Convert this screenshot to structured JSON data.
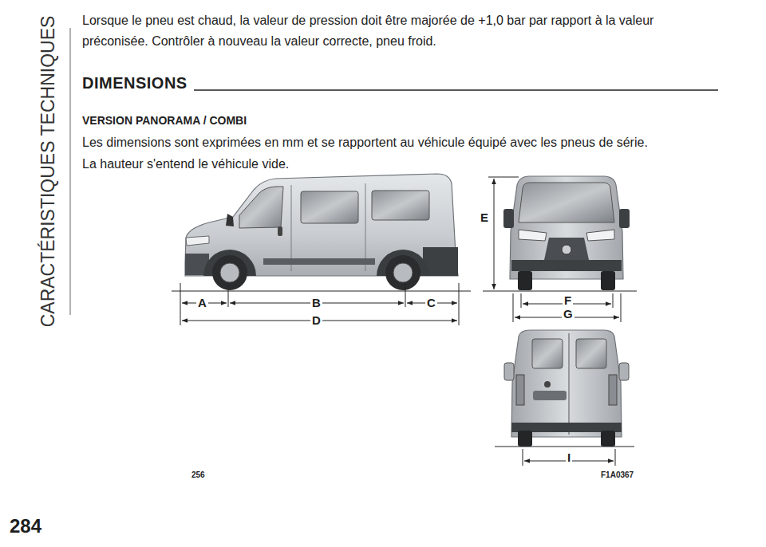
{
  "diagram": {
    "title": "DIMENSIONS",
    "labels": [
      "Lorsque le pneu est chaud, la valeur de pression doit être majorée de +1,0 bar par rapport à la valeur préconisée. Contrôler à nouveau la valeur correcte, pneu froid.",
      "VERSION PANORAMA / COMBI",
      "Les dimensions sont exprimées en mm et se rapportent au véhicule équipé avec les pneus de série.",
      "La hauteur s'entend le véhicule vide.",
      "A",
      "B",
      "C",
      "D",
      "E",
      "F",
      "G",
      "I",
      "256",
      "F1A0367",
      "284",
      "CARACTÉRISTIQUES TECHNIQUES"
    ]
  }
}
